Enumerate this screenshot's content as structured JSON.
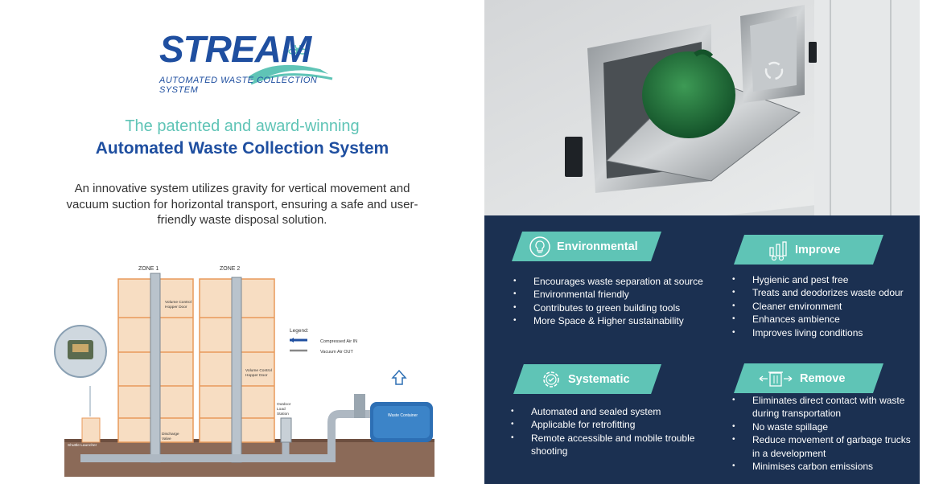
{
  "logo": {
    "word": "STREAM",
    "subtitle": "AUTOMATED WASTE COLLECTION SYSTEM"
  },
  "tagline": {
    "line1": "The patented and award-winning",
    "line2": "Automated Waste Collection System"
  },
  "description": "An innovative system utilizes gravity for vertical movement and vacuum suction for horizontal transport, ensuring a safe and user-friendly waste disposal solution.",
  "diagram": {
    "zone1": "ZONE 1",
    "zone2": "ZONE 2",
    "legend_title": "Legend:",
    "legend_in": "Compressed Air IN",
    "legend_out": "Vacuum Air OUT",
    "label_hopper_1a": "Volume Control",
    "label_hopper_1b": "Hopper Door",
    "label_hopper_2a": "Volume Control",
    "label_hopper_2b": "Hopper Door",
    "label_discharge_a": "Discharge",
    "label_discharge_b": "Valve",
    "label_outdoor_a": "Outdoor",
    "label_outdoor_b": "Load",
    "label_outdoor_c": "Station",
    "label_container": "Waste Container",
    "label_shuttle": "Shuttle Launcher"
  },
  "features": {
    "environmental": {
      "title": "Environmental",
      "icon": "lightbulb-icon",
      "items": [
        "Encourages waste separation at source",
        "Environmental friendly",
        "Contributes to green building tools",
        "More Space & Higher sustainability"
      ]
    },
    "improve": {
      "title": "Improve",
      "icon": "chart-gears-icon",
      "items": [
        "Hygienic and pest free",
        "Treats and deodorizes waste odour",
        "Cleaner environment",
        "Enhances ambience",
        "Improves living conditions"
      ]
    },
    "systematic": {
      "title": "Systematic",
      "icon": "gear-check-icon",
      "items": [
        "Automated and sealed system",
        "Applicable for retrofitting",
        "Remote accessible and mobile trouble shooting"
      ]
    },
    "remove": {
      "title": "Remove",
      "icon": "bin-arrows-icon",
      "items": [
        "Eliminates direct contact with waste during transportation",
        "No waste spillage",
        "Reduce movement of garbage trucks in a development",
        "Minimises carbon emissions"
      ]
    }
  },
  "colors": {
    "brand_blue": "#1f4fa0",
    "teal": "#5fc4b6",
    "panel_navy": "#1b3051"
  }
}
